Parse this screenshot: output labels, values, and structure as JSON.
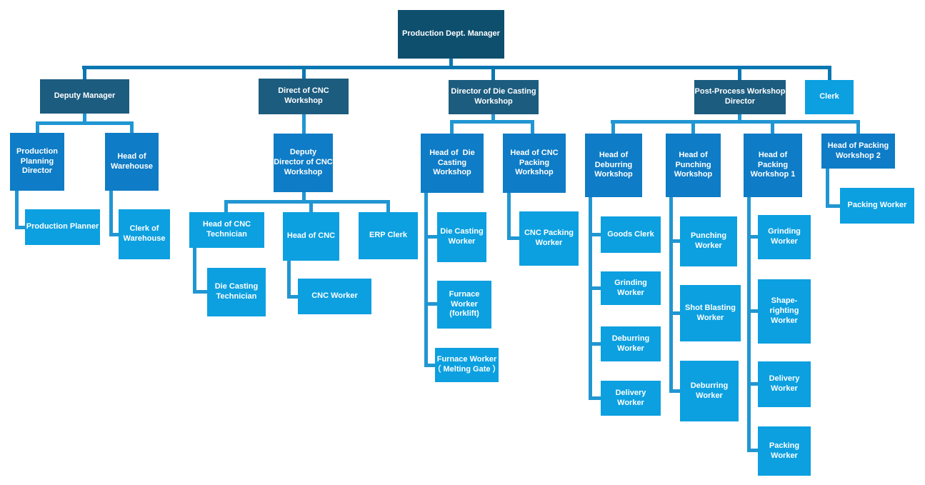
{
  "diagram_type": "org-chart",
  "colors": {
    "l1": "#0E4F6E",
    "l2": "#1C5C7F",
    "l3": "#0E7CC6",
    "l4": "#0CA0E0",
    "connector": "#2196D2",
    "connector_top": "#0B77B2"
  },
  "nodes": [
    {
      "id": "production-dept-manager",
      "label": "Production Dept. Manager",
      "style": "l1",
      "parent": null
    },
    {
      "id": "deputy-manager",
      "label": "Deputy Manager",
      "style": "l2",
      "parent": "production-dept-manager"
    },
    {
      "id": "direct-of-cnc-workshop",
      "label": "Direct of CNC\nWorkshop",
      "style": "l2",
      "parent": "production-dept-manager"
    },
    {
      "id": "director-of-die-casting-workshop",
      "label": "Director of Die Casting\nWorkshop",
      "style": "l2",
      "parent": "production-dept-manager"
    },
    {
      "id": "post-process-workshop-director",
      "label": "Post-Process Workshop\nDirector",
      "style": "l2",
      "parent": "production-dept-manager"
    },
    {
      "id": "clerk",
      "label": "Clerk",
      "style": "l4",
      "parent": "production-dept-manager"
    },
    {
      "id": "production-planning-director",
      "label": "Production\nPlanning\nDirector",
      "style": "l3",
      "parent": "deputy-manager"
    },
    {
      "id": "head-of-warehouse",
      "label": "Head of\nWarehouse",
      "style": "l3",
      "parent": "deputy-manager"
    },
    {
      "id": "production-planner",
      "label": "Production Planner",
      "style": "l4",
      "parent": "production-planning-director"
    },
    {
      "id": "clerk-of-warehouse",
      "label": "Clerk of\nWarehouse",
      "style": "l4",
      "parent": "head-of-warehouse"
    },
    {
      "id": "deputy-director-of-cnc-workshop",
      "label": "Deputy\nDirector of CNC\nWorkshop",
      "style": "l3",
      "parent": "direct-of-cnc-workshop"
    },
    {
      "id": "head-of-cnc-technician",
      "label": "Head of CNC\nTechnician",
      "style": "l4",
      "parent": "deputy-director-of-cnc-workshop"
    },
    {
      "id": "head-of-cnc",
      "label": "Head of CNC",
      "style": "l4",
      "parent": "deputy-director-of-cnc-workshop"
    },
    {
      "id": "erp-clerk",
      "label": "ERP Clerk",
      "style": "l4",
      "parent": "deputy-director-of-cnc-workshop"
    },
    {
      "id": "die-casting-technician",
      "label": "Die Casting\nTechnician",
      "style": "l4",
      "parent": "head-of-cnc-technician"
    },
    {
      "id": "cnc-worker",
      "label": "CNC Worker",
      "style": "l4",
      "parent": "head-of-cnc"
    },
    {
      "id": "head-of-die-casting-workshop",
      "label": "Head of  Die\nCasting\nWorkshop",
      "style": "l3",
      "parent": "director-of-die-casting-workshop"
    },
    {
      "id": "head-of-cnc-packing-workshop",
      "label": "Head of CNC\nPacking\nWorkshop",
      "style": "l3",
      "parent": "director-of-die-casting-workshop"
    },
    {
      "id": "die-casting-worker",
      "label": "Die Casting\nWorker",
      "style": "l4",
      "parent": "head-of-die-casting-workshop"
    },
    {
      "id": "furnace-worker-forklift",
      "label": "Furnace\nWorker\n(forklift)",
      "style": "l4",
      "parent": "head-of-die-casting-workshop"
    },
    {
      "id": "furnace-worker-melting-gate",
      "label": "Furnace Worker\n（ Melting Gate ）",
      "style": "l4",
      "parent": "head-of-die-casting-workshop"
    },
    {
      "id": "cnc-packing-worker",
      "label": "CNC Packing\nWorker",
      "style": "l4",
      "parent": "head-of-cnc-packing-workshop"
    },
    {
      "id": "head-of-deburring-workshop",
      "label": "Head of\nDeburring\nWorkshop",
      "style": "l3",
      "parent": "post-process-workshop-director"
    },
    {
      "id": "goods-clerk",
      "label": "Goods Clerk",
      "style": "l4",
      "parent": "head-of-deburring-workshop"
    },
    {
      "id": "grinding-worker-1",
      "label": "Grinding\nWorker",
      "style": "l4",
      "parent": "head-of-deburring-workshop"
    },
    {
      "id": "deburring-worker-1",
      "label": "Deburring\nWorker",
      "style": "l4",
      "parent": "head-of-deburring-workshop"
    },
    {
      "id": "delivery-worker-1",
      "label": "Delivery\nWorker",
      "style": "l4",
      "parent": "head-of-deburring-workshop"
    },
    {
      "id": "head-of-punching-workshop",
      "label": "Head of\nPunching\nWorkshop",
      "style": "l3",
      "parent": "post-process-workshop-director"
    },
    {
      "id": "punching-worker",
      "label": "Punching\nWorker",
      "style": "l4",
      "parent": "head-of-punching-workshop"
    },
    {
      "id": "shot-blasting-worker",
      "label": "Shot Blasting\nWorker",
      "style": "l4",
      "parent": "head-of-punching-workshop"
    },
    {
      "id": "deburring-worker-2",
      "label": "Deburring\nWorker",
      "style": "l4",
      "parent": "head-of-punching-workshop"
    },
    {
      "id": "head-of-packing-workshop-1",
      "label": "Head of\nPacking\nWorkshop 1",
      "style": "l3",
      "parent": "post-process-workshop-director"
    },
    {
      "id": "grinding-worker-2",
      "label": "Grinding\nWorker",
      "style": "l4",
      "parent": "head-of-packing-workshop-1"
    },
    {
      "id": "shape-righting-worker",
      "label": "Shape-\nrighting\nWorker",
      "style": "l4",
      "parent": "head-of-packing-workshop-1"
    },
    {
      "id": "delivery-worker-2",
      "label": "Delivery\nWorker",
      "style": "l4",
      "parent": "head-of-packing-workshop-1"
    },
    {
      "id": "packing-worker-1",
      "label": "Packing\nWorker",
      "style": "l4",
      "parent": "head-of-packing-workshop-1"
    },
    {
      "id": "head-of-packing-workshop-2",
      "label": "Head of Packing\nWorkshop 2",
      "style": "l3",
      "parent": "post-process-workshop-director"
    },
    {
      "id": "packing-worker-2",
      "label": "Packing Worker",
      "style": "l4",
      "parent": "head-of-packing-workshop-2"
    }
  ]
}
